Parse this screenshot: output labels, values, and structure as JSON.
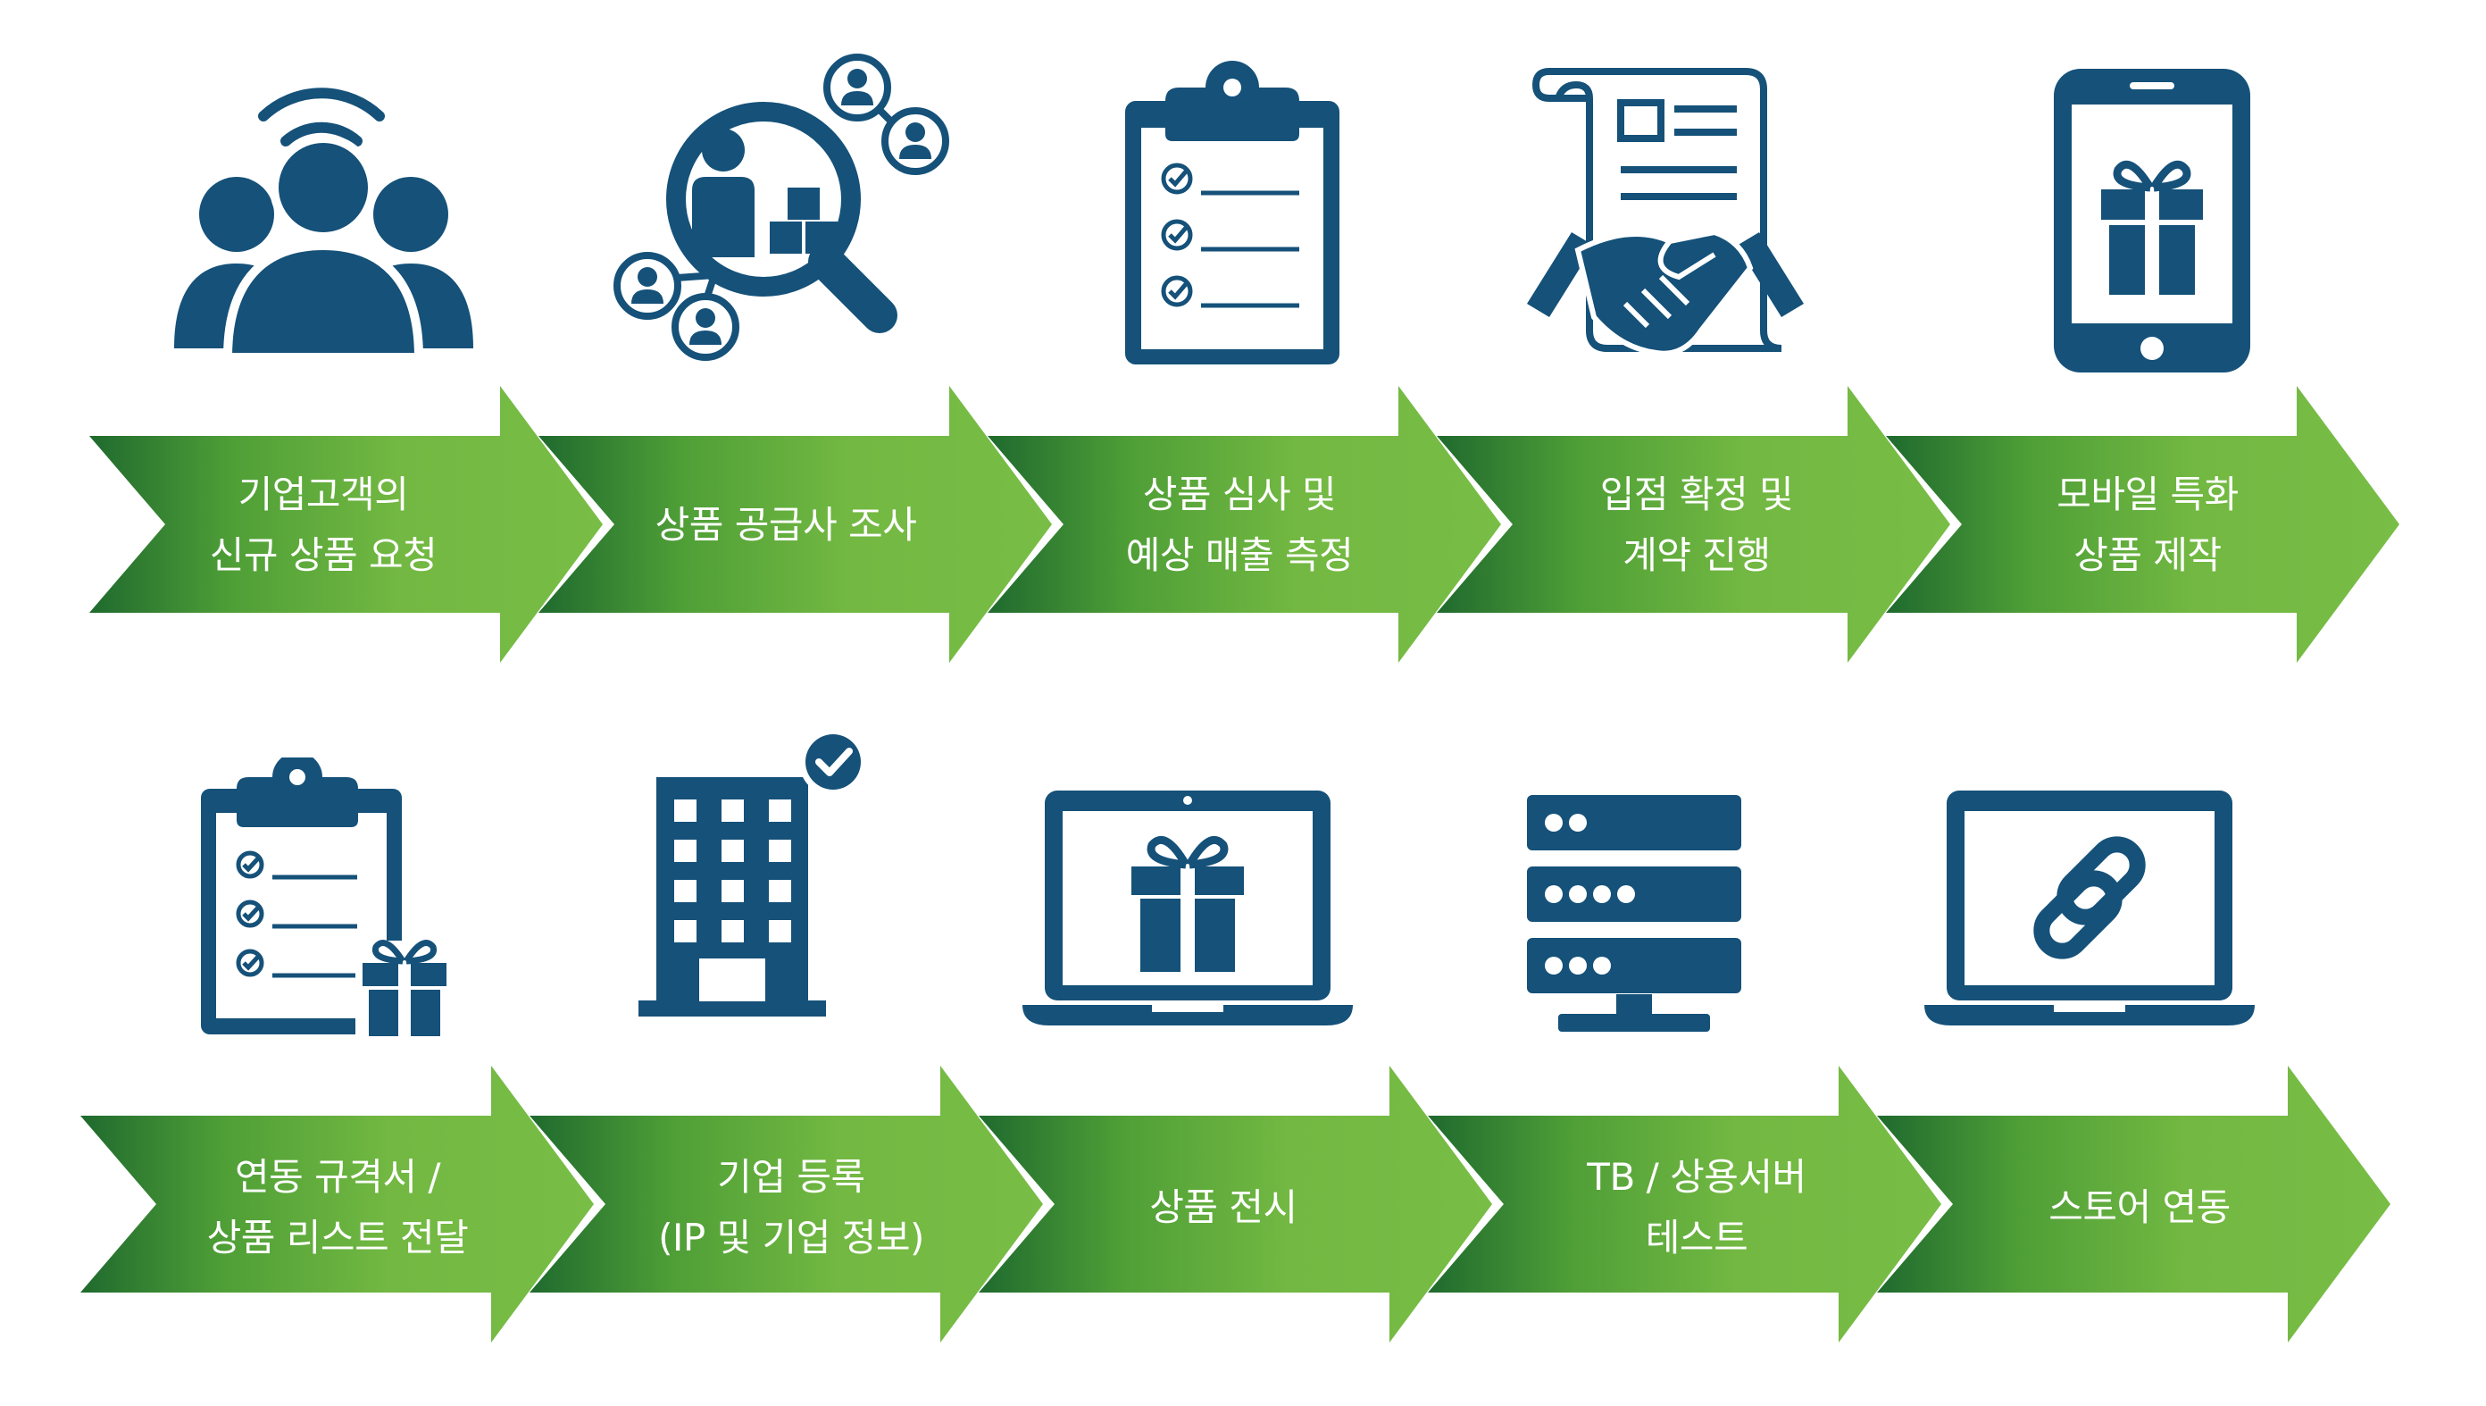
{
  "colors": {
    "icon": "#155179",
    "arrow_dark": "#1f6a2e",
    "arrow_mid": "#5aa83a",
    "arrow_light": "#76bb44",
    "label_text": "#ffffff"
  },
  "rows": [
    {
      "steps": [
        {
          "icon": "customer-group-wifi-icon",
          "lines": [
            "기업고객의",
            "신규 상품 요청"
          ]
        },
        {
          "icon": "magnifier-network-icon",
          "lines": [
            "상품 공급사 조사"
          ]
        },
        {
          "icon": "clipboard-checklist-icon",
          "lines": [
            "상품 심사 및",
            "예상 매출 측정"
          ]
        },
        {
          "icon": "contract-handshake-icon",
          "lines": [
            "입점 확정 및",
            "계약 진행"
          ]
        },
        {
          "icon": "mobile-gift-icon",
          "lines": [
            "모바일 특화",
            "상품 제작"
          ]
        }
      ]
    },
    {
      "steps": [
        {
          "icon": "clipboard-gift-icon",
          "lines": [
            "연동 규격서 /",
            "상품 리스트 전달"
          ]
        },
        {
          "icon": "building-check-icon",
          "lines": [
            "기업 등록",
            "(IP 및 기업 정보)"
          ]
        },
        {
          "icon": "laptop-gift-icon",
          "lines": [
            "상품 전시"
          ]
        },
        {
          "icon": "server-stack-icon",
          "lines": [
            "TB / 상용서버",
            "테스트"
          ]
        },
        {
          "icon": "laptop-link-icon",
          "lines": [
            "스토어 연동"
          ]
        }
      ]
    }
  ]
}
